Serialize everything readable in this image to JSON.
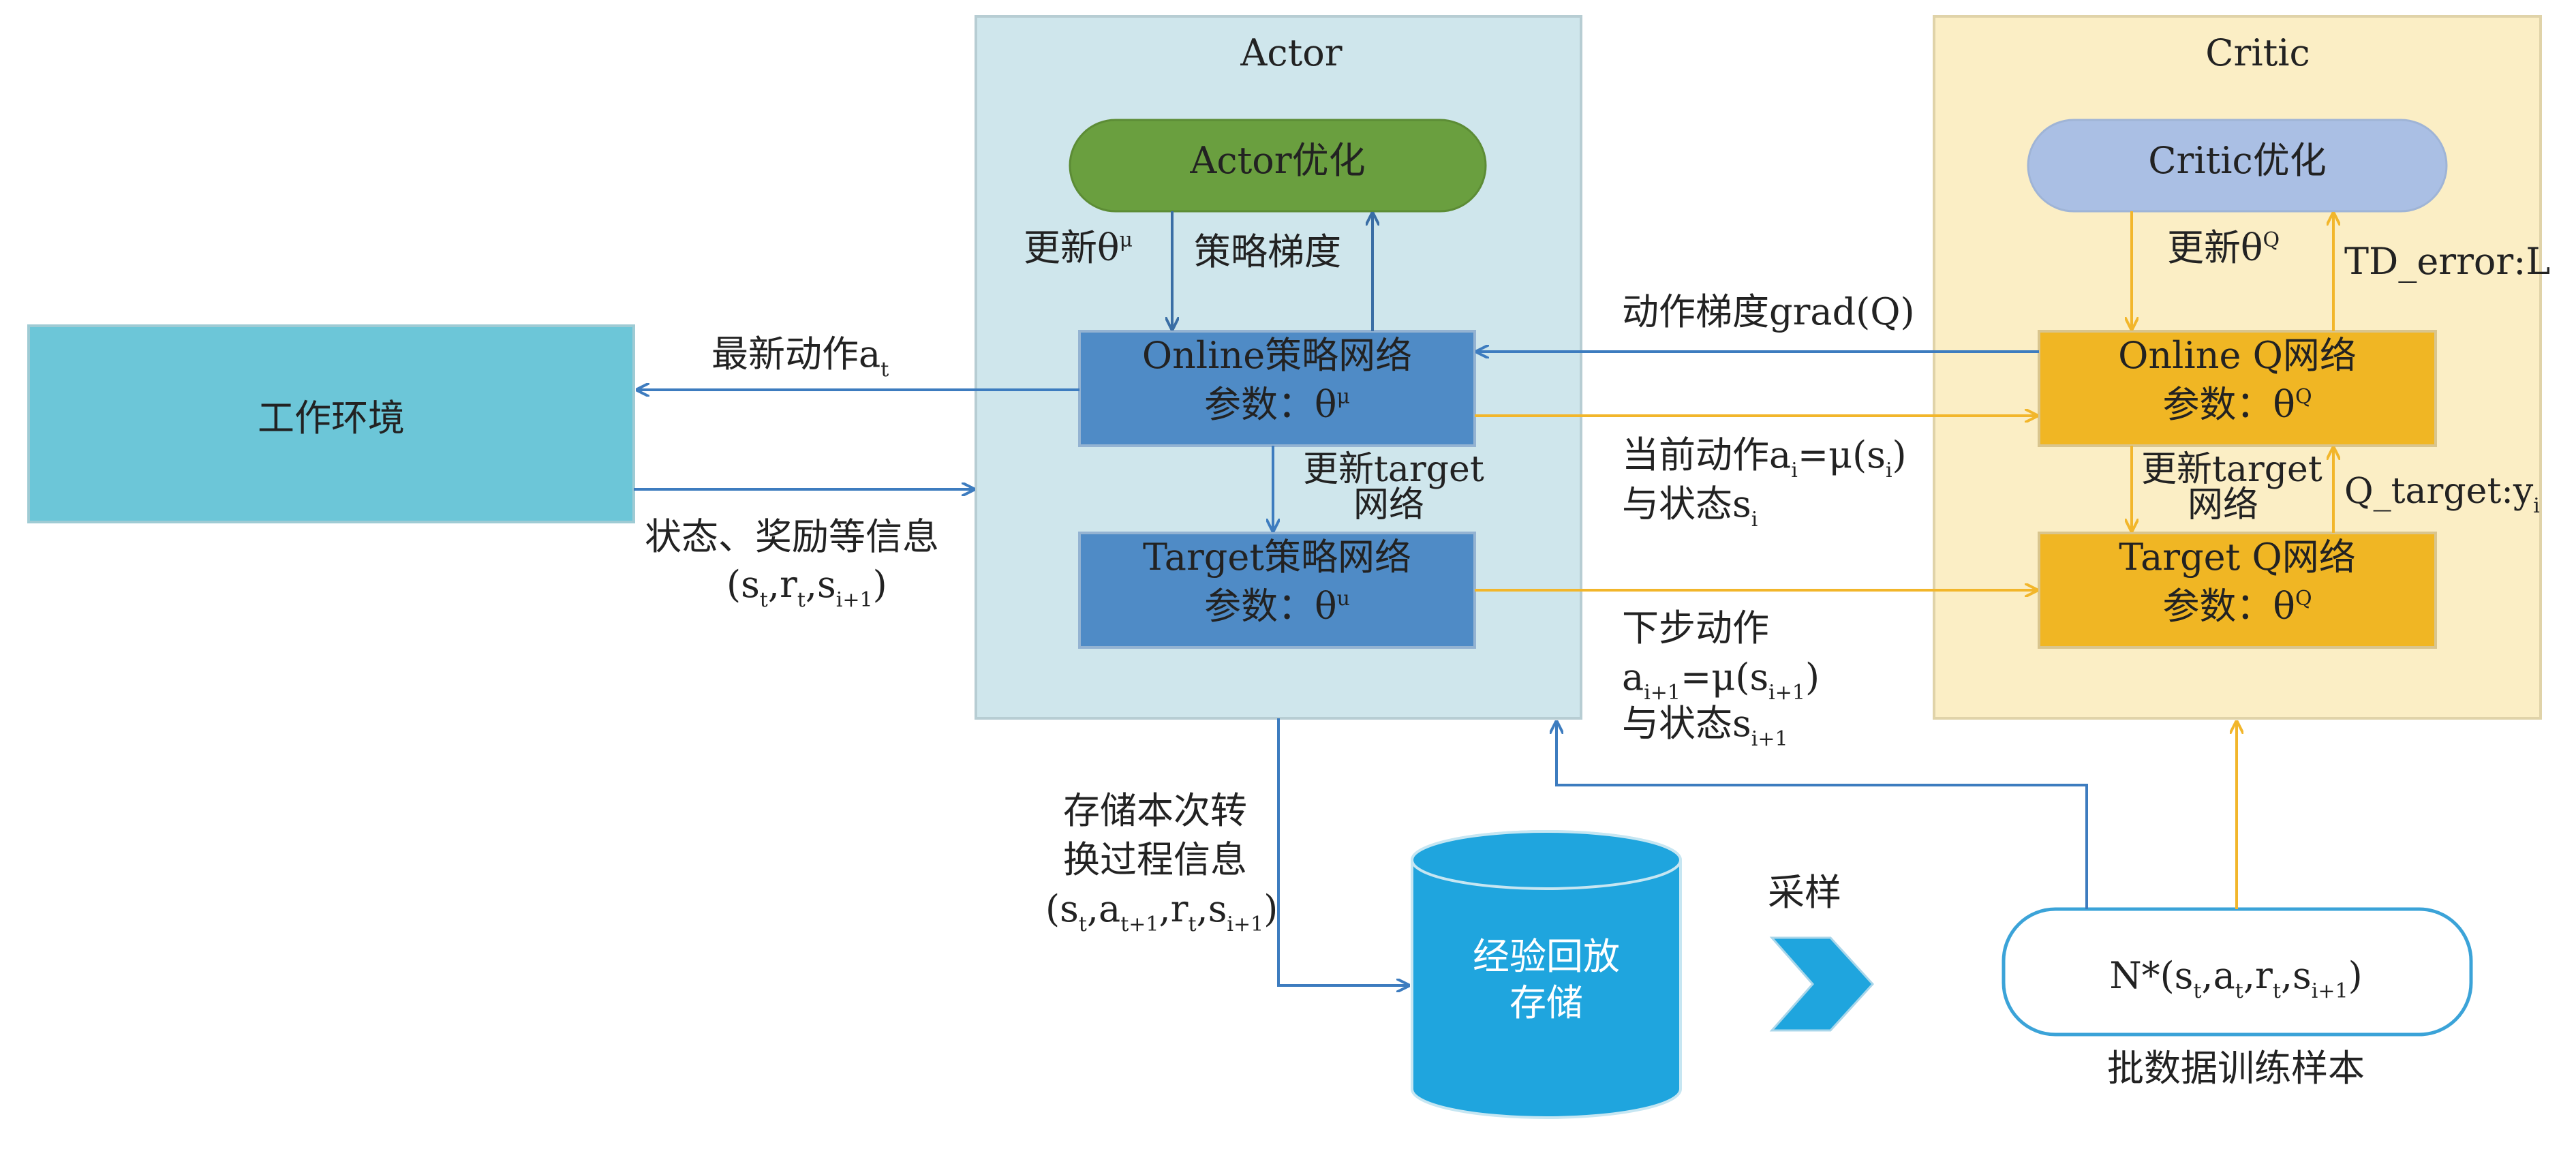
{
  "actor": {
    "title": "Actor",
    "optimizer": "Actor优化",
    "online_net": {
      "name": "Online策略网络",
      "param_prefix": "参数：θ",
      "param_sup": "μ"
    },
    "target_net": {
      "name": "Target策略网络",
      "param_prefix": "参数：θ",
      "param_sup": "u"
    },
    "update_label": {
      "prefix": "更新θ",
      "sup": "μ"
    },
    "policy_gradient": "策略梯度",
    "update_target": [
      "更新target",
      "网络"
    ]
  },
  "critic": {
    "title": "Critic",
    "optimizer": "Critic优化",
    "online_net": {
      "name": "Online Q网络",
      "param_prefix": "参数：θ",
      "param_sup": "Q"
    },
    "target_net": {
      "name": "Target Q网络",
      "param_prefix": "参数：θ",
      "param_sup": "Q"
    },
    "update_label": {
      "prefix": "更新θ",
      "sup": "Q"
    },
    "td_error": "TD_error:L",
    "update_target": [
      "更新target",
      "网络"
    ],
    "q_target": {
      "prefix": "Q_target:y",
      "sub": "i"
    }
  },
  "environment": {
    "label": "工作环境"
  },
  "labels": {
    "latest_action": {
      "prefix": "最新动作a",
      "sub": "t"
    },
    "state_reward": "状态、奖励等信息",
    "state_tuple": [
      "(s",
      "t",
      ",r",
      "t",
      ",s",
      "i+1",
      ")"
    ],
    "action_gradient": "动作梯度grad(Q)",
    "current_action": [
      "当前动作a",
      "i",
      "=μ(s",
      "i",
      ")"
    ],
    "with_state": [
      "与状态s",
      "i"
    ],
    "next_action_title": "下步动作",
    "next_action": [
      "a",
      "i+1",
      "=μ(s",
      "i+1",
      ")"
    ],
    "with_next_state": [
      "与状态s",
      "i+1"
    ],
    "store_line1": "存储本次转",
    "store_line2": "换过程信息",
    "store_tuple": [
      "(s",
      "t",
      ",a",
      "t+1",
      ",r",
      "t",
      ",s",
      "i+1",
      ")"
    ],
    "sample": "采样",
    "batch_caption": "批数据训练样本"
  },
  "replay_buffer": {
    "line1": "经验回放",
    "line2": "存储"
  },
  "batch": [
    "N*(s",
    "t",
    ",a",
    "t",
    ",r",
    "t",
    ",s",
    "i+1",
    ")"
  ],
  "colors": {
    "actor_panel": "#cfe6ec",
    "critic_panel": "#fbeec5",
    "actor_opt": "#6a9f3f",
    "critic_opt": "#aabfe4",
    "actor_net": "#4f8bc6",
    "critic_net": "#f0b624",
    "environment": "#6cc6d8",
    "replay": "#1fa5de",
    "blue_line": "#3d7cbf",
    "yellow_line": "#f2b62b"
  }
}
